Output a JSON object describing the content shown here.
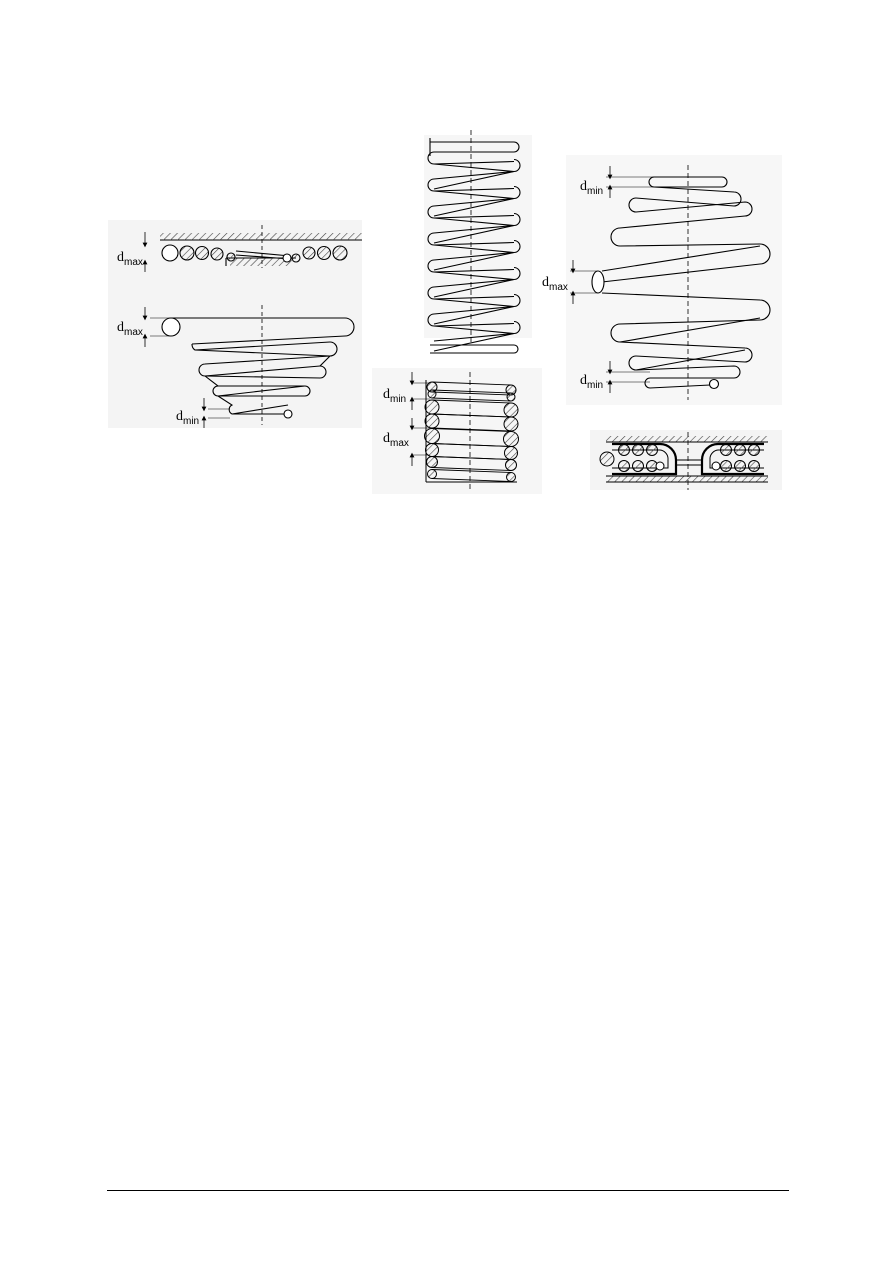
{
  "labels": {
    "d": "d",
    "max": "max",
    "min": "min"
  },
  "colors": {
    "ink": "#000000",
    "panel": "#f5f5f5",
    "hatch": "#555555"
  }
}
